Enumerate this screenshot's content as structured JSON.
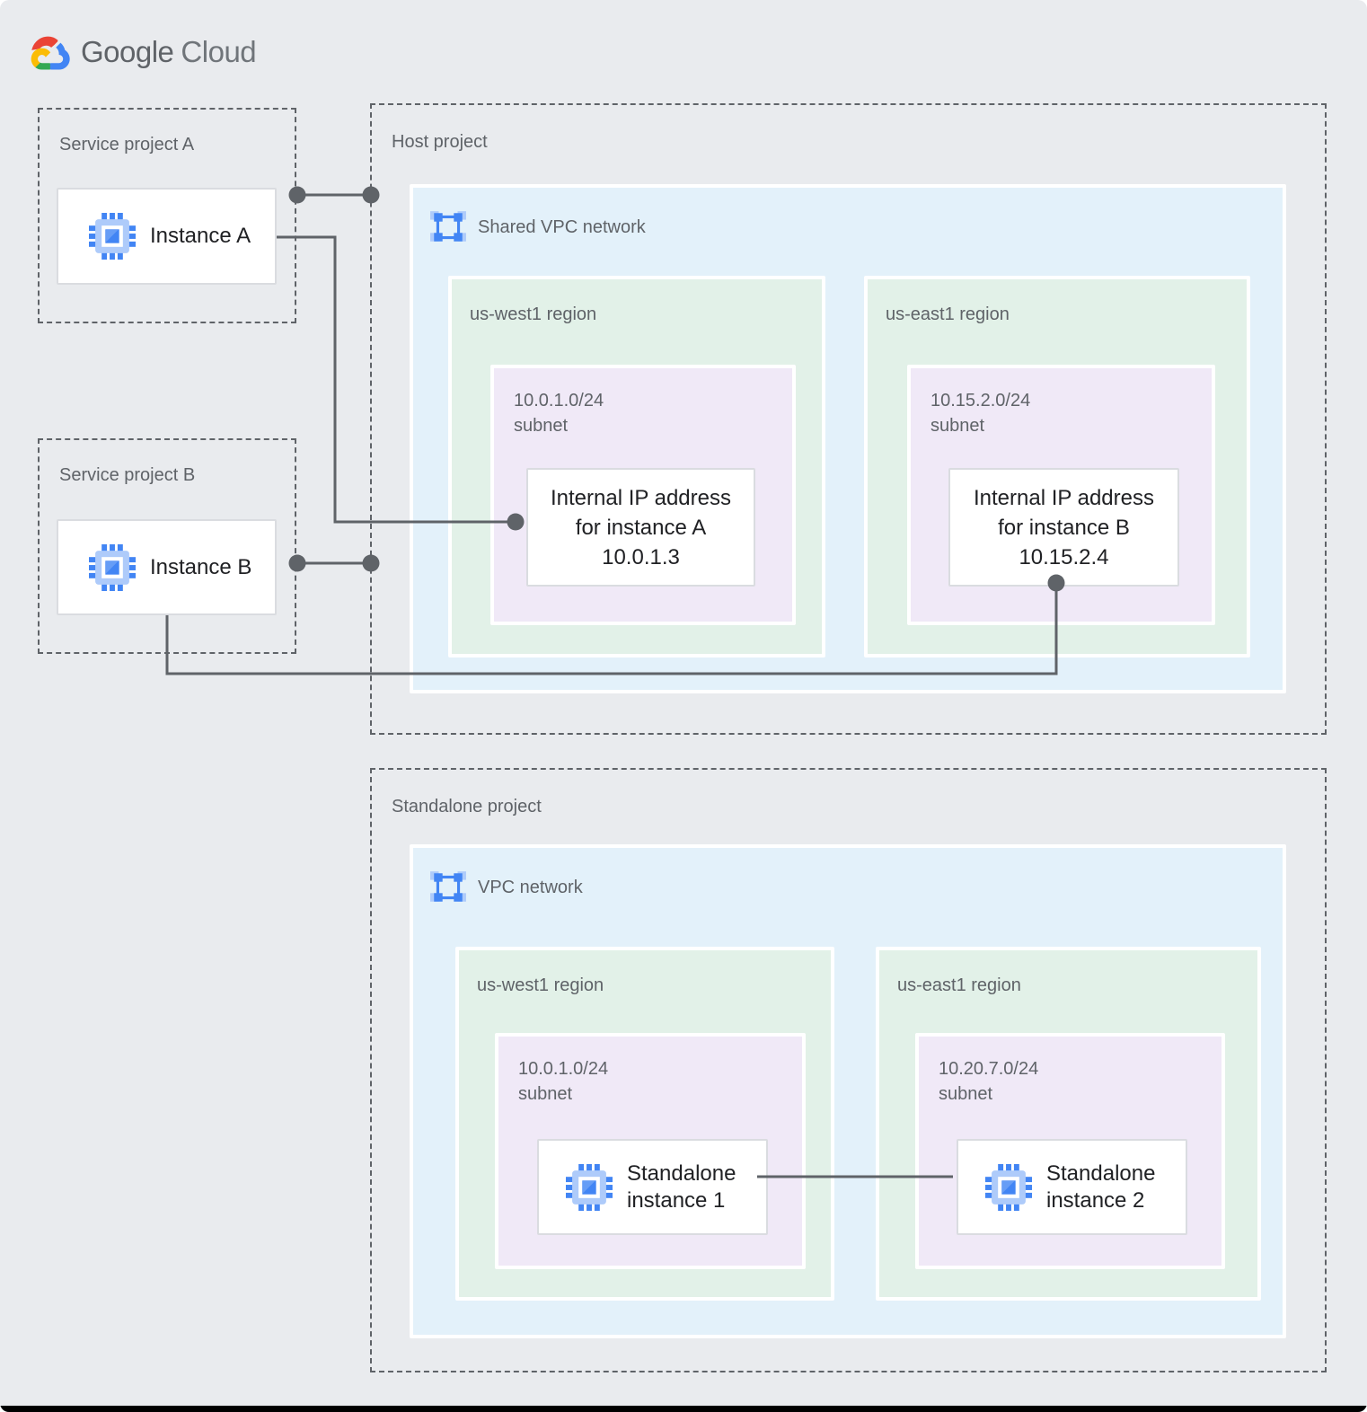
{
  "logo": {
    "google": "Google",
    "cloud": "Cloud"
  },
  "service_project_a": {
    "label": "Service project A",
    "instance_label": "Instance A"
  },
  "service_project_b": {
    "label": "Service project B",
    "instance_label": "Instance B"
  },
  "host": {
    "label": "Host project",
    "network_label": "Shared VPC network",
    "regions": [
      {
        "label": "us-west1 region",
        "subnet_cidr": "10.0.1.0/24",
        "subnet_word": "subnet",
        "card_lines": [
          "Internal IP address",
          "for instance A",
          "10.0.1.3"
        ]
      },
      {
        "label": "us-east1 region",
        "subnet_cidr": "10.15.2.0/24",
        "subnet_word": "subnet",
        "card_lines": [
          "Internal IP address",
          "for instance B",
          "10.15.2.4"
        ]
      }
    ]
  },
  "standalone": {
    "label": "Standalone project",
    "network_label": "VPC network",
    "regions": [
      {
        "label": "us-west1 region",
        "subnet_cidr": "10.0.1.0/24",
        "subnet_word": "subnet",
        "instance_lines": [
          "Standalone",
          "instance 1"
        ]
      },
      {
        "label": "us-east1 region",
        "subnet_cidr": "10.20.7.0/24",
        "subnet_word": "subnet",
        "instance_lines": [
          "Standalone",
          "instance 2"
        ]
      }
    ]
  },
  "colors": {
    "canvas_bg": "#E9EBEE",
    "vpc_blue": "#E3F1FA",
    "region_green": "#E2F1E8",
    "subnet_purple": "#F0E9F7",
    "card_border": "#DADCE0",
    "dash_gray": "#5F6368",
    "line_gray": "#5F6368",
    "text_gray": "#5F6368",
    "text_dark": "#202124",
    "icon_blue": "#4285F4",
    "icon_blue_light": "#AECBFA",
    "icon_blue_mid": "#669DF6",
    "logo_red": "#EA4335",
    "logo_blue": "#4285F4",
    "logo_yellow": "#FBBC05",
    "logo_green": "#34A853"
  }
}
